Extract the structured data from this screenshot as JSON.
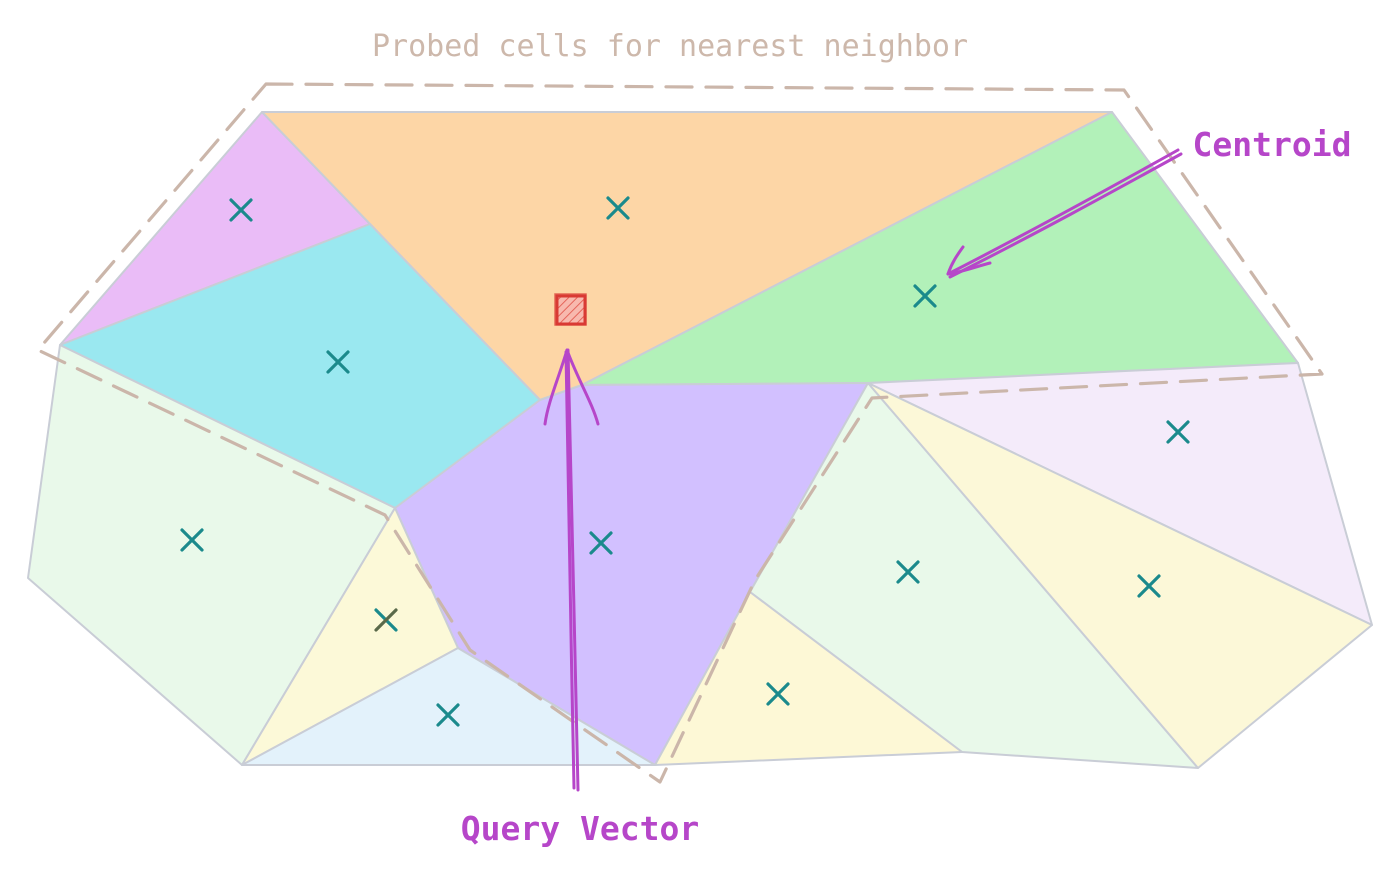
{
  "annotations": {
    "probe_label": "Probed cells for nearest neighbor",
    "centroid_label": "Centroid",
    "query_label": "Query Vector"
  },
  "colors": {
    "probe_label": "#cdb8ab",
    "annotation": "#b646c9",
    "centroid_mark": "#1b8a8c",
    "query_fill": "#f3a79e",
    "query_stroke": "#d93a33",
    "probe_outline": "#cbb6aa",
    "cell_stroke": "#c9cdd6"
  },
  "cells": [
    {
      "name": "pink",
      "color": "#eabcf7"
    },
    {
      "name": "orange",
      "color": "#fdd6a6"
    },
    {
      "name": "green",
      "color": "#b2f1b9"
    },
    {
      "name": "cyan",
      "color": "#9ae8f0"
    },
    {
      "name": "purple",
      "color": "#d2c0ff"
    },
    {
      "name": "light-green-left",
      "color": "#e9f9ea"
    },
    {
      "name": "light-yellow-left",
      "color": "#fcf9d8"
    },
    {
      "name": "light-blue-bottom",
      "color": "#e3f2fb"
    },
    {
      "name": "lavender-right",
      "color": "#f4ebfa"
    },
    {
      "name": "light-green-right",
      "color": "#e9f9ea"
    },
    {
      "name": "light-yellow-right",
      "color": "#fcf8d8"
    },
    {
      "name": "yellow-bottom",
      "color": "#fdf8d6"
    }
  ],
  "icons": {
    "centroid": "cross-mark-icon",
    "query": "hatched-square-icon",
    "arrow": "arrow-icon"
  }
}
